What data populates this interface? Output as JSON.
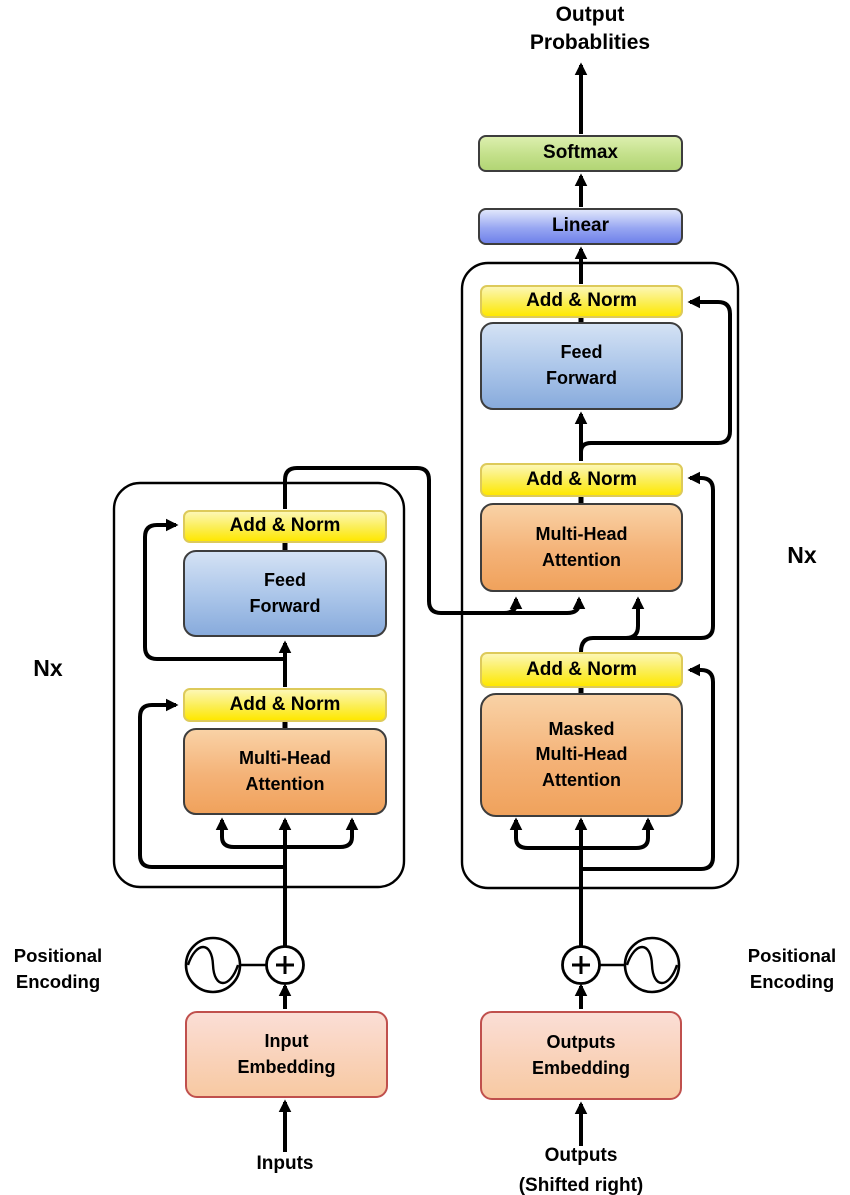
{
  "output_head": {
    "probabilities_label": "Output\nProbablities",
    "softmax": "Softmax",
    "linear": "Linear"
  },
  "encoder": {
    "add_norm_top": "Add & Norm",
    "feed_forward": "Feed\nForward",
    "add_norm_bottom": "Add & Norm",
    "multi_head_attention": "Multi-Head\nAttention",
    "embedding": "Input\nEmbedding",
    "nx": "Nx",
    "positional_encoding": "Positional\nEncoding",
    "input_label": "Inputs"
  },
  "decoder": {
    "add_norm_top": "Add & Norm",
    "feed_forward": "Feed\nForward",
    "add_norm_mid": "Add & Norm",
    "multi_head_attention": "Multi-Head\nAttention",
    "add_norm_bottom": "Add & Norm",
    "masked_multi_head_attention": "Masked\nMulti-Head\nAttention",
    "embedding": "Outputs\nEmbedding",
    "nx": "Nx",
    "positional_encoding": "Positional\nEncoding",
    "input_label": "Outputs\n(Shifted right)"
  },
  "colors": {
    "add_norm_yellow": "#ffe800",
    "attention_orange": "#f0a25c",
    "feed_forward_blue": "#88abdc",
    "softmax_green": "#b2d575",
    "linear_violet": "#6f81ea",
    "embedding_pink": "#f8c9a2",
    "embedding_border_red": "#c0504d",
    "line_black": "#000000"
  }
}
